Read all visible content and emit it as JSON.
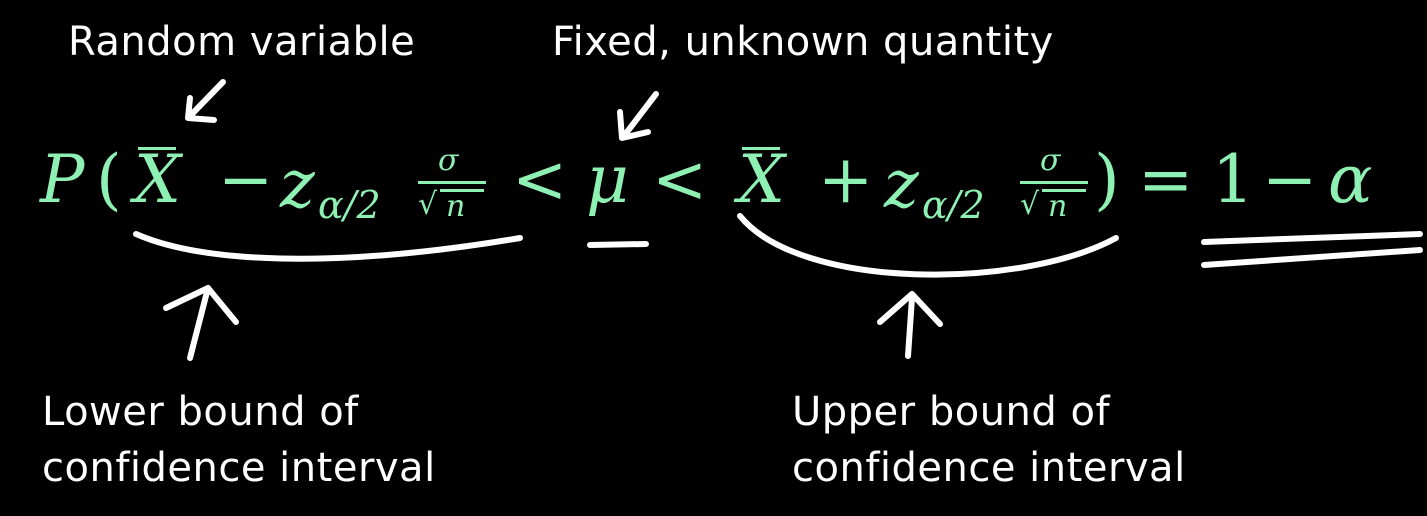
{
  "annotations": {
    "random_variable": "Random variable",
    "fixed_unknown": "Fixed, unknown quantity",
    "lower_bound_line1": "Lower bound of",
    "lower_bound_line2": "confidence interval",
    "upper_bound_line1": "Upper bound of",
    "upper_bound_line2": "confidence interval"
  },
  "formula": {
    "prob": "P",
    "open_paren": "(",
    "xbar": "X",
    "minus": "−",
    "z": "z",
    "z_sub": "α/2",
    "sigma": "σ",
    "sqrt": "√",
    "n": "n",
    "lt": "<",
    "mu": "μ",
    "plus": "+",
    "close_paren": ")",
    "equals": "=",
    "one": "1",
    "alpha": "α"
  },
  "colors": {
    "background": "#000000",
    "formula": "#8ff0b4",
    "annotation": "#ffffff"
  }
}
